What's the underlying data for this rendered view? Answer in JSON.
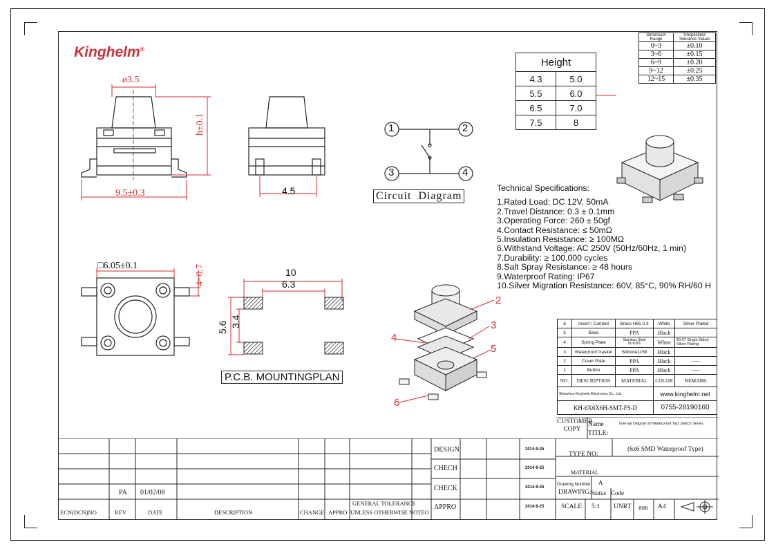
{
  "brand": {
    "name": "Kinghelm",
    "mark": "®"
  },
  "tolerance": {
    "headers": [
      "Dimension Range",
      "Unspecified Tolerance Values"
    ],
    "rows": [
      [
        "0~3",
        "±0.10"
      ],
      [
        "3~6",
        "±0.15"
      ],
      [
        "6~9",
        "±0.20"
      ],
      [
        "9~12",
        "±0.25"
      ],
      [
        "12~15",
        "±0.35"
      ]
    ]
  },
  "height": {
    "title": "Height",
    "rows": [
      [
        "4.3",
        "5.0"
      ],
      [
        "5.5",
        "6.0"
      ],
      [
        "6.5",
        "7.0"
      ],
      [
        "7.5",
        "8"
      ]
    ]
  },
  "dims": {
    "top_d": "ø3.5",
    "h_tol": "h±0.1",
    "width": "9.5±0.3",
    "pin_span": "4.5",
    "body_sq": "□6.05±0.1",
    "side": "4~0.7",
    "pcb_w": "10",
    "pcb_inner": "6.3",
    "pcb_h": "5.6",
    "pcb_inner_h": "3.4"
  },
  "circuit": {
    "label": "Circuit  Diagram",
    "pins": [
      "1",
      "2",
      "3",
      "4"
    ]
  },
  "pcb_label": "P.C.B. MOUNTINGPLAN",
  "spec": {
    "title": "Technical Specifications:",
    "items": [
      "1.Rated Load: DC 12V, 50mA",
      "2.Travel Distance: 0.3 ± 0.1mm",
      "3.Operating Force: 260 ± 50gf",
      "4.Contact Resistance: ≤ 50mΩ",
      "5.Insulation Resistance: ≥ 100MΩ",
      "6.Withstand Voltage: AC 250V (50Hz/60Hz, 1 min)",
      "7.Durability: ≥ 100,000 cycles",
      "8.Salt Spray Resistance: ≥ 48 hours",
      "9.Waterproof Rating: IP67",
      "10.Silver Migration Resistance: 60V, 85°C, 90% RH/60 H"
    ]
  },
  "callouts": [
    "2",
    "3",
    "4",
    "5",
    "6"
  ],
  "bom": {
    "rows": [
      [
        "6",
        "Insert / Contact",
        "Brass H65 0.3",
        "White",
        "Silver Plated"
      ],
      [
        "5",
        "Base",
        "PPA",
        "Black",
        ""
      ],
      [
        "4",
        "Spring Plate",
        "Stainless Steel SUS301",
        "White",
        "δ0.07 Single-Sided Silver Plating"
      ],
      [
        "3",
        "Waterproof Gasket",
        "Silicone1158",
        "Black",
        ""
      ],
      [
        "2",
        "Cover Plate",
        "PPA",
        "Black",
        "——"
      ],
      [
        "1",
        "Button",
        "PPA",
        "Black",
        "——"
      ]
    ],
    "header": [
      "NO.",
      "DESCRIPTION",
      "MATERIAL",
      "COLOR",
      "REMARK"
    ]
  },
  "company": {
    "name": "Shenzhen Kinghelm Electronics Co., Ltd.",
    "web": "www.kinghelm.net",
    "part": "KH-6X6X6H-SMT-FS-D",
    "phone": "0755-28190160"
  },
  "titleblock": {
    "customer": "CUSTOMER COPY",
    "name_label": "Name",
    "title_label": "TITLE:",
    "title_value": "Internal Diagram of Waterproof Tact Switch Series",
    "design": "DESIGN",
    "chech": "CHECH",
    "check": "CHECK",
    "appro": "APPRO",
    "date": "2014-9-25",
    "type_no": "TYPE  NO:",
    "type_value": "(6x6 SMD Waterproof Type)",
    "material": "MATERIAL",
    "drawing_number": "Drawing Number",
    "drawing": "DRAWING:",
    "status": "Status",
    "status_value": "A",
    "code": "Code",
    "scale_label": "SCALE",
    "scale": "5:1",
    "unit_label": "UNRT",
    "unit": "mm",
    "size": "A4",
    "rev_pa": "PA",
    "rev_date": "01/02/08",
    "general_tol": "GENERAL TOLERANCE",
    "unless": "UNLESS OTHERWISE NOTEO",
    "cols": [
      "ECN(DCN)NO",
      "REV",
      "DATE",
      "DESCRIPTION",
      "CHANGE",
      "APPRO"
    ]
  }
}
